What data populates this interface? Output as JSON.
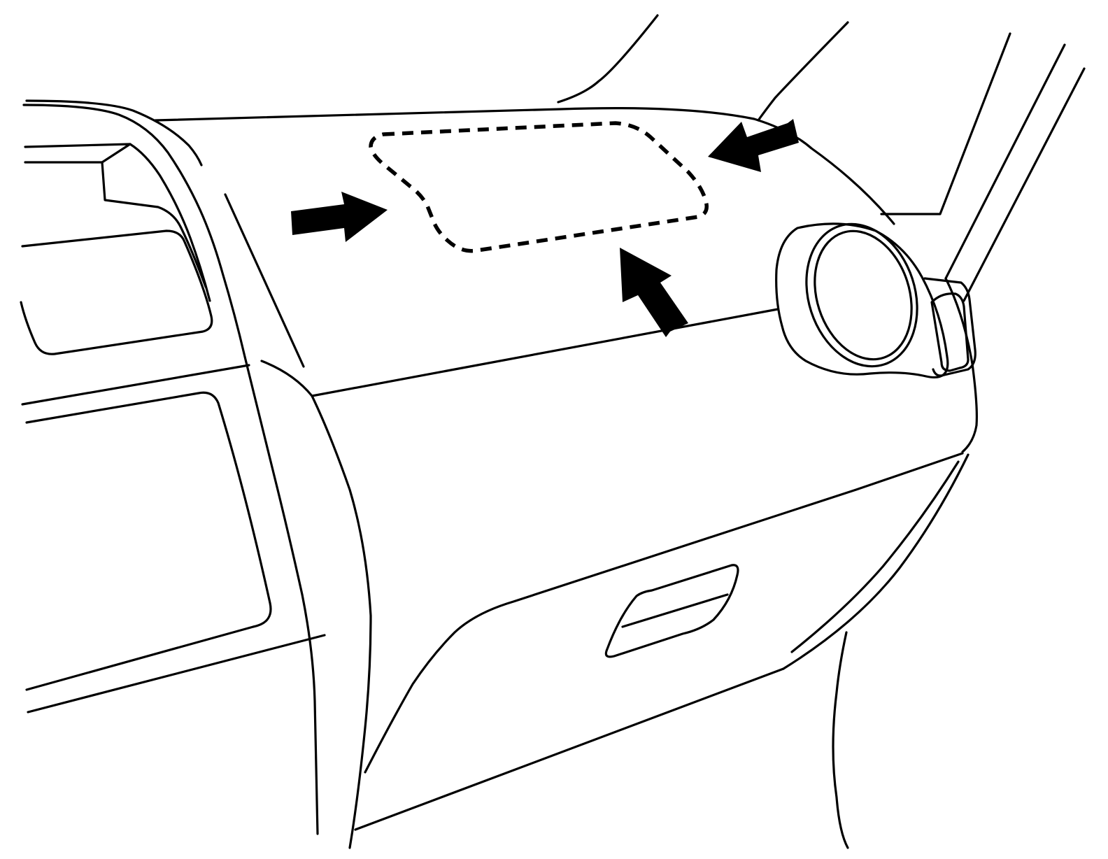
{
  "diagram": {
    "subject": "passenger-side-dashboard-airbag-area",
    "colors": {
      "line": "#000000",
      "background": "#ffffff"
    },
    "arrows": [
      {
        "id": "arrow-left",
        "points_to": "airbag-outline"
      },
      {
        "id": "arrow-top-right",
        "points_to": "airbag-outline"
      },
      {
        "id": "arrow-bottom",
        "points_to": "airbag-outline"
      }
    ]
  }
}
